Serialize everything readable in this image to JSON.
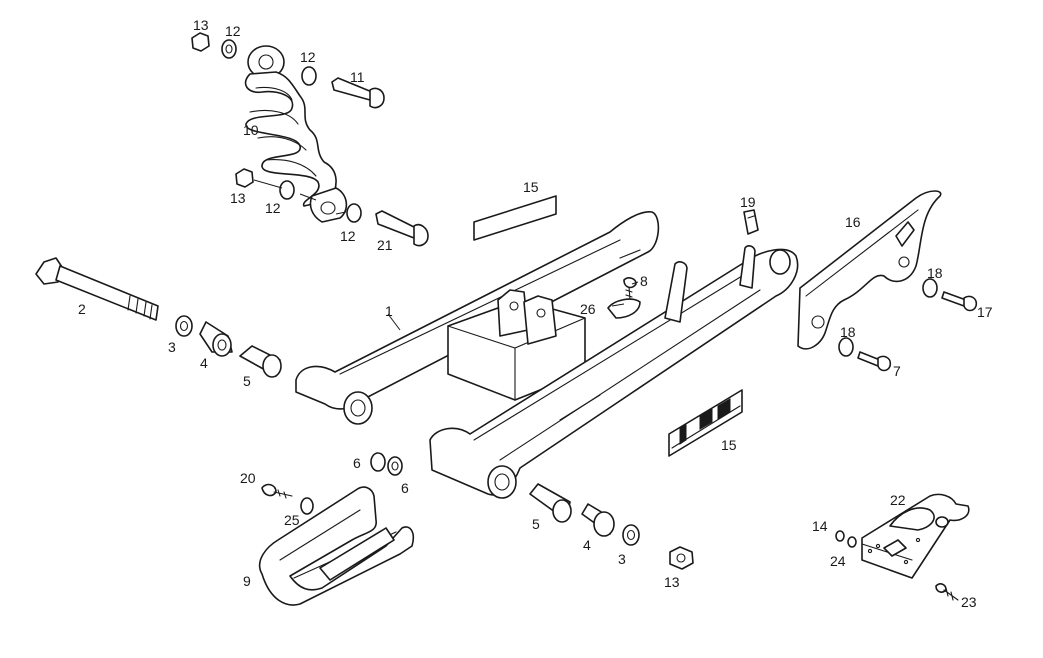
{
  "parts": {
    "p1": "1",
    "p2": "2",
    "p3a": "3",
    "p3b": "3",
    "p4a": "4",
    "p4b": "4",
    "p5a": "5",
    "p5b": "5",
    "p6a": "6",
    "p6b": "6",
    "p7": "7",
    "p8": "8",
    "p9": "9",
    "p10": "10",
    "p11": "11",
    "p12a": "12",
    "p12b": "12",
    "p12c": "12",
    "p12d": "12",
    "p13a": "13",
    "p13b": "13",
    "p13c": "13",
    "p14": "14",
    "p15a": "15",
    "p15b": "15",
    "p16": "16",
    "p17": "17",
    "p18a": "18",
    "p18b": "18",
    "p19": "19",
    "p20": "20",
    "p21": "21",
    "p22": "22",
    "p23": "23",
    "p24": "24",
    "p25": "25",
    "p26": "26"
  }
}
